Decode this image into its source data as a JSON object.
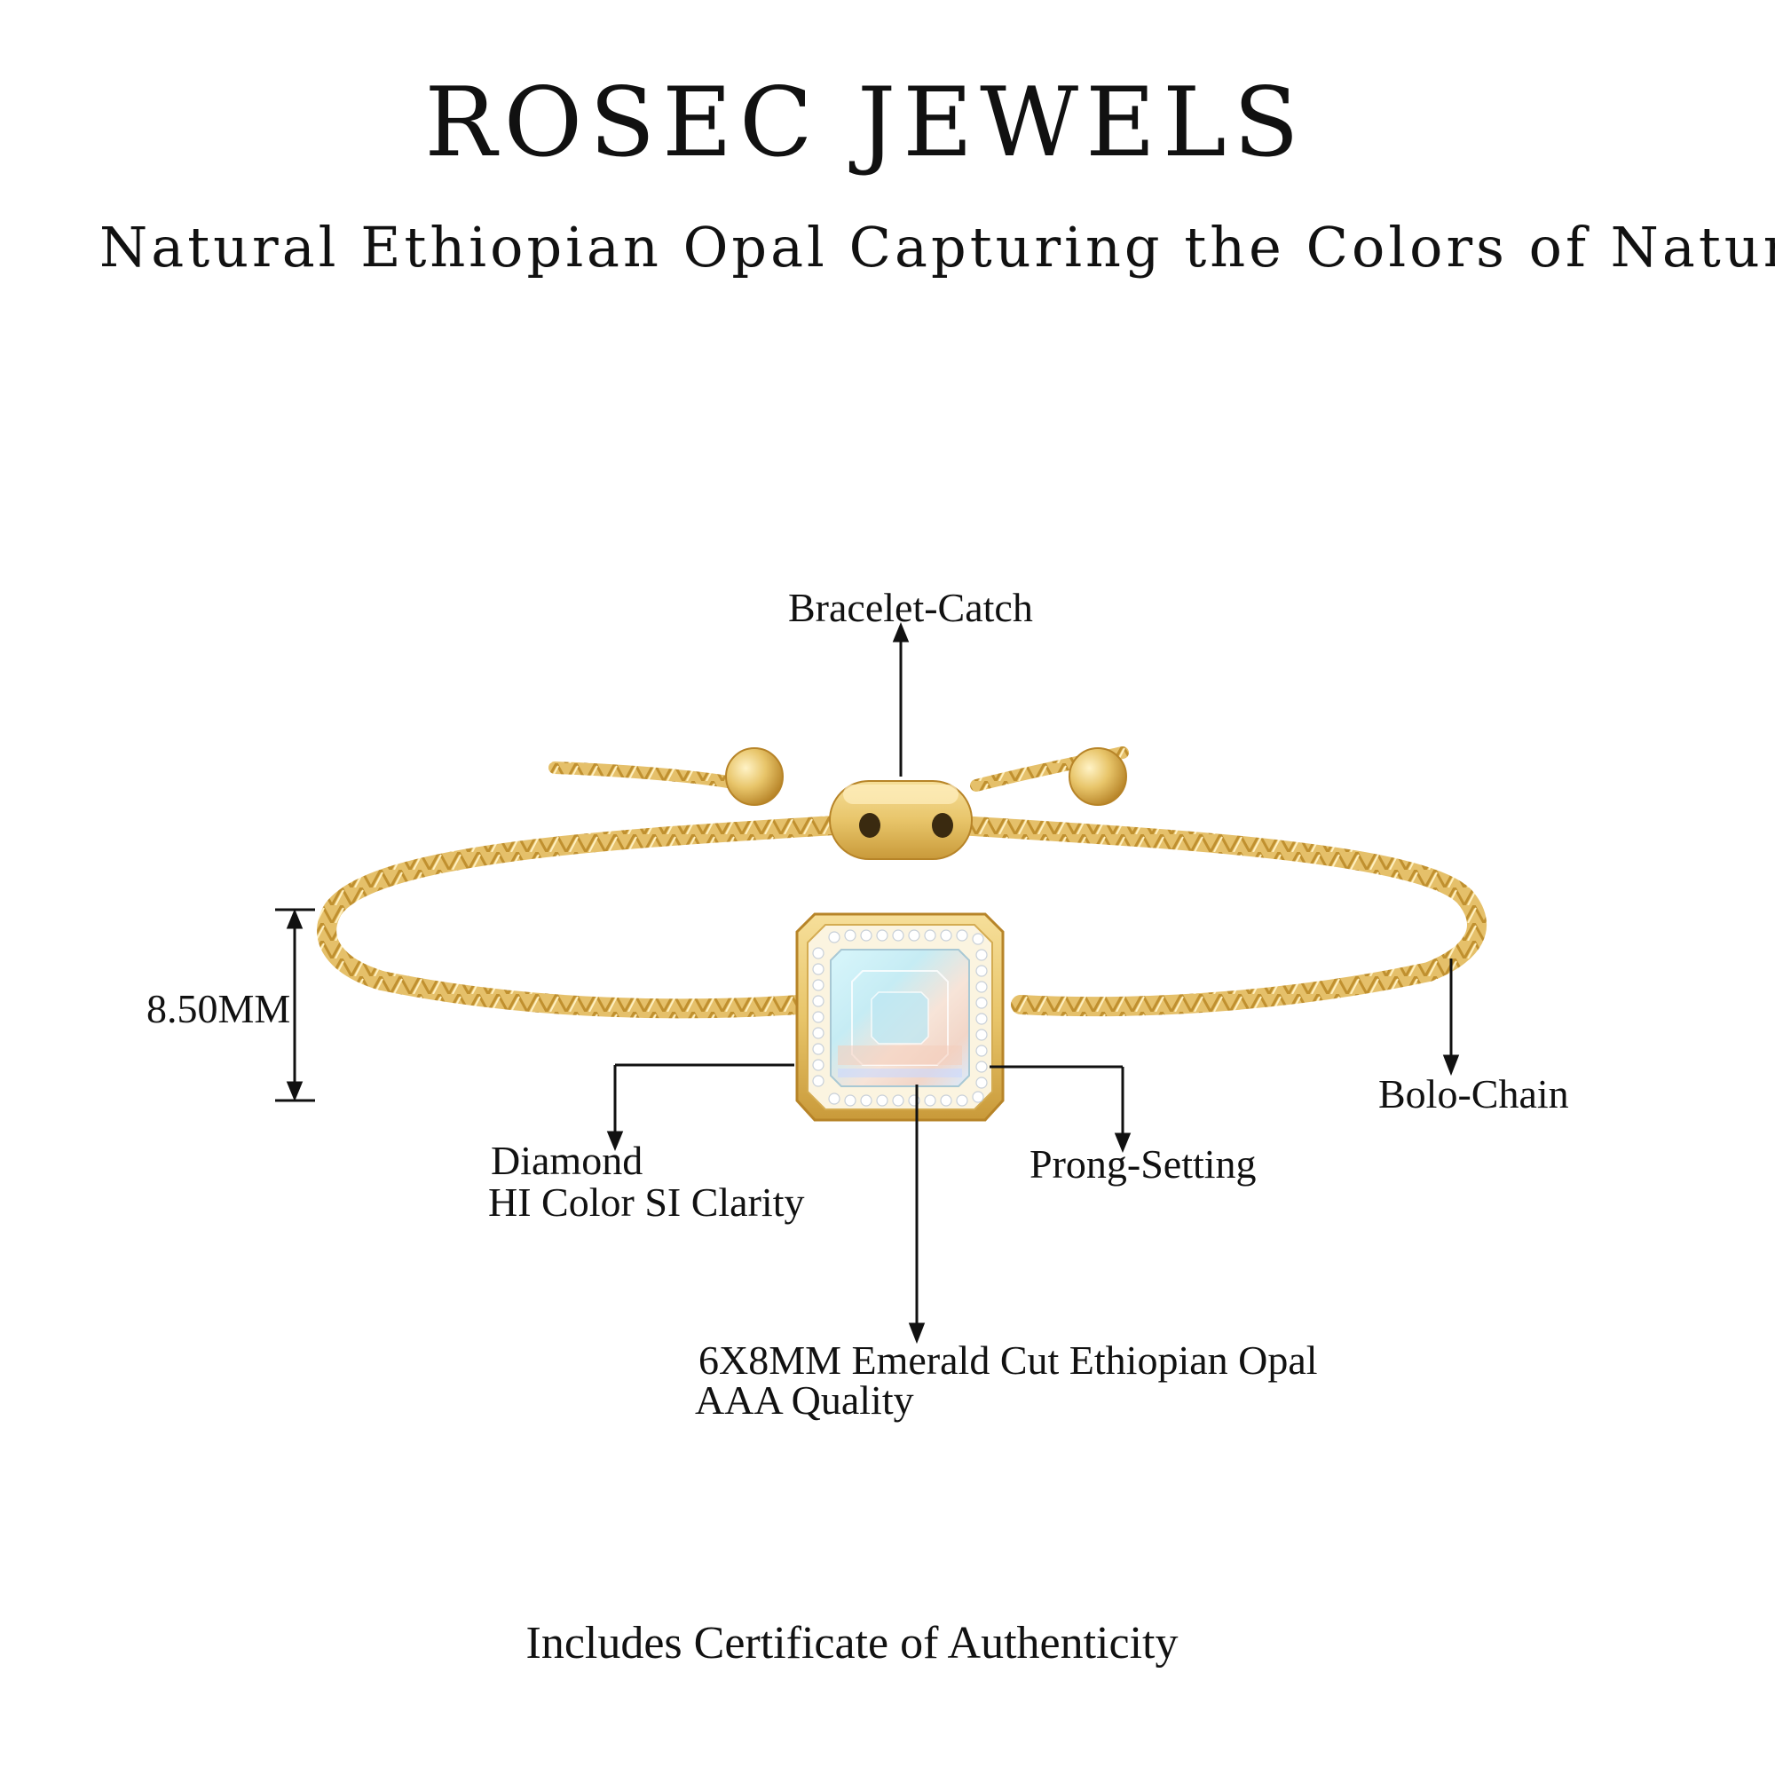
{
  "header": {
    "brand": "ROSEC JEWELS",
    "tagline": "Natural Ethiopian Opal Capturing the Colors of Nature"
  },
  "callouts": {
    "catch": "Bracelet-Catch",
    "height": "8.50MM",
    "chain": "Bolo-Chain",
    "diamond_line1": "Diamond",
    "diamond_line2": "HI Color SI Clarity",
    "setting": "Prong-Setting",
    "gem_line1": "6X8MM Emerald Cut Ethiopian Opal",
    "gem_line2": "AAA Quality"
  },
  "footer": {
    "certificate": "Includes Certificate of Authenticity"
  },
  "colors": {
    "gold": "#e8c56a",
    "gold_dark": "#c99a3a",
    "opal": "#cfeff5",
    "text": "#111111"
  }
}
